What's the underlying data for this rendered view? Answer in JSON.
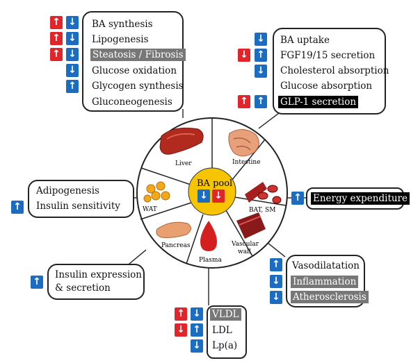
{
  "center": {
    "label": "BA pool"
  },
  "organs": {
    "liver": "Liver",
    "intestine": "Intestine",
    "bat": "BAT, SM",
    "vascular1": "Vascular",
    "vascular2": "wall",
    "plasma": "Plasma",
    "pancreas": "Pancreas",
    "wat": "WAT"
  },
  "liver_box": {
    "items": [
      "BA synthesis",
      "Lipogenesis",
      "Steatosis / Fibrosis",
      "Glucose oxidation",
      "Glycogen synthesis",
      "Gluconeogenesis"
    ]
  },
  "intestine_box": {
    "items": [
      "BA uptake",
      "FGF19/15 secretion",
      "Cholesterol absorption",
      "Glucose absorption",
      "GLP-1 secretion"
    ]
  },
  "wat_box": {
    "items": [
      "Adipogenesis",
      "Insulin sensitivity"
    ]
  },
  "bat_box": {
    "items": [
      "Energy expenditure"
    ]
  },
  "pancreas_box": {
    "items": [
      "Insulin expression",
      "& secretion"
    ]
  },
  "vascular_box": {
    "items": [
      "Vasodilatation",
      "Inflammation",
      "Atherosclerosis"
    ]
  },
  "plasma_box": {
    "items": [
      "VLDL",
      "LDL",
      "Lp(a)"
    ]
  },
  "arrows": {
    "up": "↑",
    "down": "↓"
  },
  "colors": {
    "red": "#e0262b",
    "blue": "#1c6dc2",
    "center_fill": "#f6c400",
    "grey_highlight": "#777777"
  }
}
